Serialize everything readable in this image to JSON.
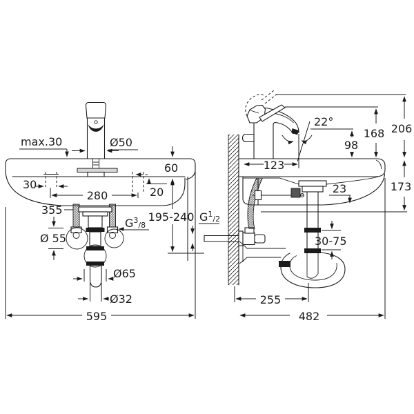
{
  "drawing": {
    "kind": "faucet-and-basin-installation-dimension-drawing",
    "background_color": "#ffffff",
    "line_color": "#1a1a1a",
    "front_view": {
      "dims": {
        "max_deck_thickness": "max.30",
        "base_diameter": "Ø50",
        "deck_height": "60",
        "hole_offset": "30",
        "hole_spacing": "280",
        "hole_inset": "20",
        "hose_length": "355",
        "supply_height_range": "195-240",
        "supply_thread": {
          "g": "G",
          "num": "3",
          "den": "/8"
        },
        "escutcheon_diameter": "Ø 55",
        "trap_nut_diameter": "Ø65",
        "outlet_pipe_diameter": "Ø32",
        "overall_width": "595"
      }
    },
    "side_view": {
      "dims": {
        "spout_angle": "22°",
        "overall_height": "206",
        "lever_height": "168",
        "spout_height": "98",
        "basin_depth": "173",
        "spout_reach": "123",
        "rim_thickness": "23",
        "wall_supply_thread": {
          "g": "G",
          "num": "1",
          "den": "/2"
        },
        "trap_adjust_range": "30-75",
        "trap_offset": "255",
        "overall_depth": "482"
      }
    }
  }
}
